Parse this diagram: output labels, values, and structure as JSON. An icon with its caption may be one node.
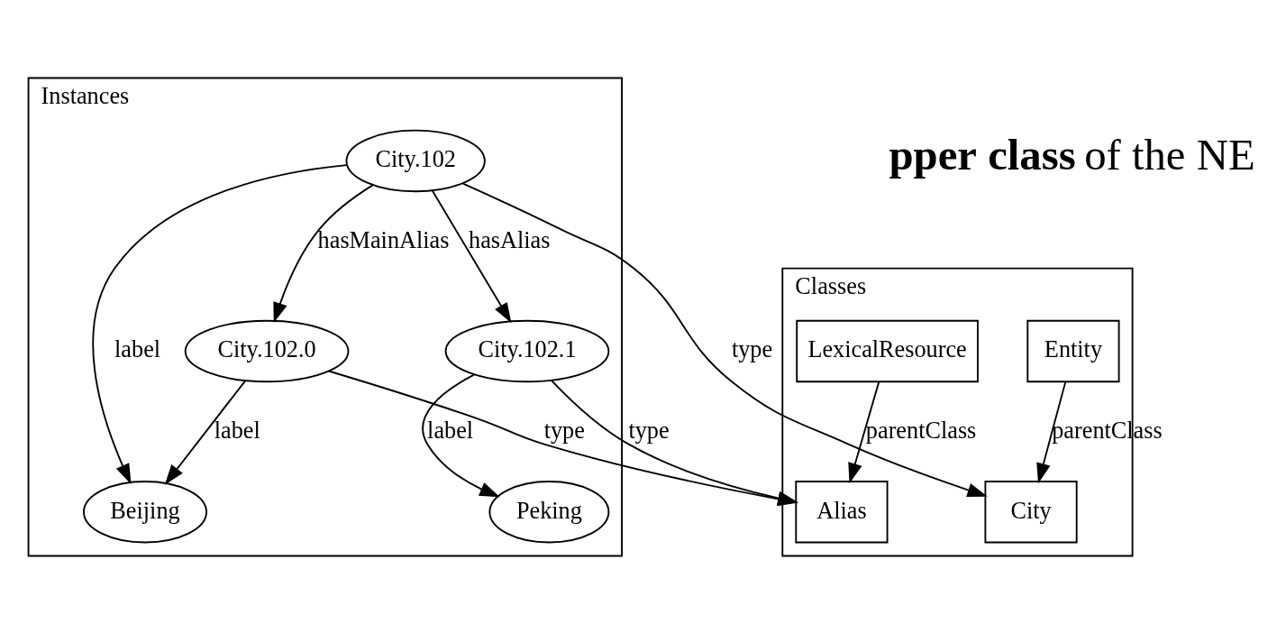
{
  "diagram": {
    "nodes": [
      {
        "text": [
          "Classes"
        ]
      },
      {
        "text": [
          "Entity"
        ],
        "in": 0
      },
      {
        "text": [
          "LexicalResource"
        ],
        "in": 0
      },
      {
        "text": [
          "City"
        ],
        "in": 0
      },
      {
        "text": [
          "Alias"
        ],
        "in": 0
      },
      {
        "text": [
          "Instances"
        ]
      },
      {
        "text": [
          "City.102"
        ],
        "in": 5
      },
      {
        "text": [
          "City.102.1"
        ],
        "in": 5
      },
      {
        "text": [
          "City.102.0"
        ],
        "in": 5
      },
      {
        "text": [
          "Peking"
        ],
        "in": 5
      },
      {
        "text": [
          "Beijing"
        ],
        "in": 5
      }
    ],
    "edges": [
      {
        "from": 1,
        "to": 3,
        "arrow": "to",
        "label": "parentClass"
      },
      {
        "from": 2,
        "to": 4,
        "arrow": "to",
        "label": "parentClass"
      },
      {
        "from": 6,
        "to": 3,
        "arrow": "to",
        "label": "type"
      },
      {
        "from": 6,
        "to": 7,
        "arrow": "to",
        "label": "hasAlias"
      },
      {
        "from": 6,
        "to": 8,
        "arrow": "to",
        "label": "hasMainAlias"
      },
      {
        "from": 6,
        "to": 10,
        "arrow": "to",
        "label": "label"
      },
      {
        "from": 7,
        "to": 4,
        "arrow": "to",
        "label": "type"
      },
      {
        "from": 7,
        "to": 9,
        "arrow": "to",
        "label": "label"
      },
      {
        "from": 8,
        "to": 4,
        "arrow": "to",
        "label": "type"
      },
      {
        "from": 8,
        "to": 10,
        "arrow": "to",
        "label": "label"
      }
    ],
    "labels": [
      "**pper class** of the NE"
    ]
  }
}
